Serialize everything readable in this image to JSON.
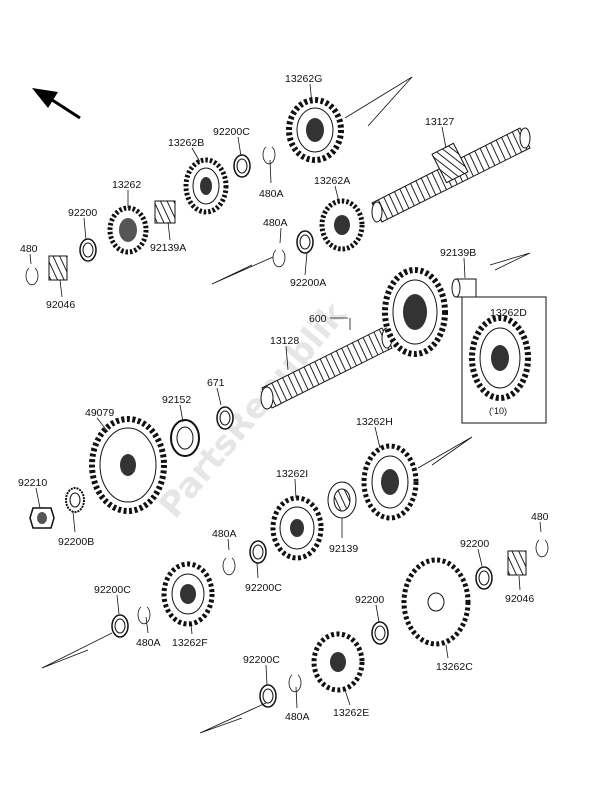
{
  "diagram": {
    "watermark": "PartsRepublik",
    "variant_note": "(‘10)",
    "labels": {
      "p13262G": "13262G",
      "p13127": "13127",
      "p92200C_a": "92200C",
      "p13262B": "13262B",
      "p13262A": "13262A",
      "p480A_a": "480A",
      "p13262": "13262",
      "p92200_a": "92200",
      "p92139A": "92139A",
      "p480A_b": "480A",
      "p480_a": "480",
      "p92200A": "92200A",
      "p92046_a": "92046",
      "p92139B": "92139B",
      "p600": "600",
      "p13262D": "13262D",
      "p13128": "13128",
      "p671": "671",
      "p92152": "92152",
      "p49079": "49079",
      "p13262H": "13262H",
      "p92210": "92210",
      "p13262I": "13262I",
      "p92139": "92139",
      "p92200B": "92200B",
      "p480A_c": "480A",
      "p480_b": "480",
      "p92200_b": "92200",
      "p92200C_b": "92200C",
      "p92046_b": "92046",
      "p92200C_c": "92200C",
      "p480A_d": "480A",
      "p13262F": "13262F",
      "p92200_c": "92200",
      "p13262C": "13262C",
      "p92200C_d": "92200C",
      "p480A_e": "480A",
      "p13262E": "13262E"
    }
  }
}
